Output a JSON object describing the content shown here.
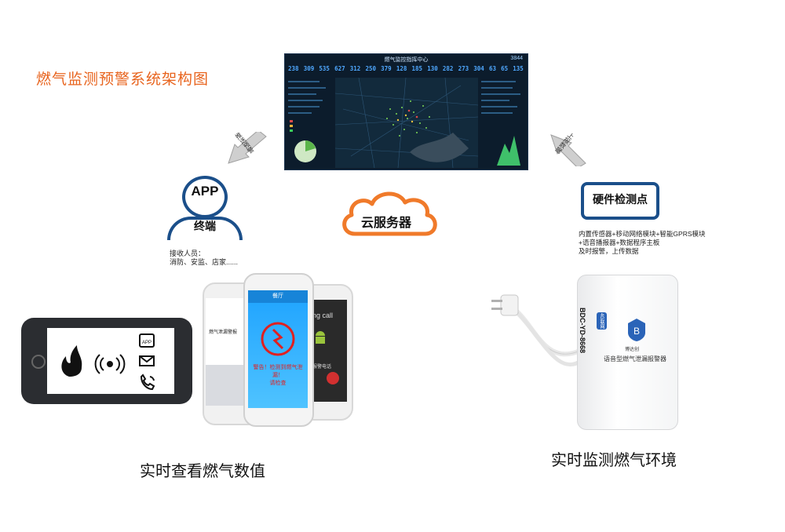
{
  "title": "燃气监测预警系统架构图",
  "dashboard": {
    "title": "燃气监控指挥中心",
    "total": "3844",
    "stats": [
      "238",
      "309",
      "535",
      "627",
      "312",
      "250",
      "379",
      "128",
      "185",
      "130",
      "282",
      "273",
      "304",
      "63",
      "65",
      "135"
    ]
  },
  "arrows": {
    "left": "推送预警",
    "right": "上报数据"
  },
  "app": {
    "label": "APP",
    "terminal": "终端",
    "receivers_line1": "接收人员：",
    "receivers_line2": "消防、安监、店家......"
  },
  "cloud": {
    "label": "云服务器"
  },
  "hardware": {
    "label": "硬件检测点",
    "desc_line1": "内置传感器+移动网络模块+智能GPRS模块",
    "desc_line2": "+语音播报器+数据程序主板",
    "desc_line3": "及时报警，上传数据"
  },
  "tablet": {
    "icons": [
      "flame-icon",
      "signal-icon",
      "app-icon",
      "mail-icon",
      "phone-icon"
    ]
  },
  "phones": {
    "left_title": "燃气泄漏警报",
    "mid_header": "餐厅",
    "mid_alert_line1": "警告！检测到燃气泄漏！",
    "mid_alert_line2": "请检查",
    "right_call": "ing call",
    "right_alert": "报警电话"
  },
  "detector": {
    "model": "BDC-YD-8668",
    "tag": "4G联网",
    "brand": "博达创",
    "product": "语音型燃气泄漏报警器"
  },
  "captions": {
    "left": "实时查看燃气数值",
    "right": "实时监测燃气环境"
  },
  "colors": {
    "title": "#e8641e",
    "accent_blue": "#1b4f8a",
    "cloud_orange": "#f07a2a"
  }
}
